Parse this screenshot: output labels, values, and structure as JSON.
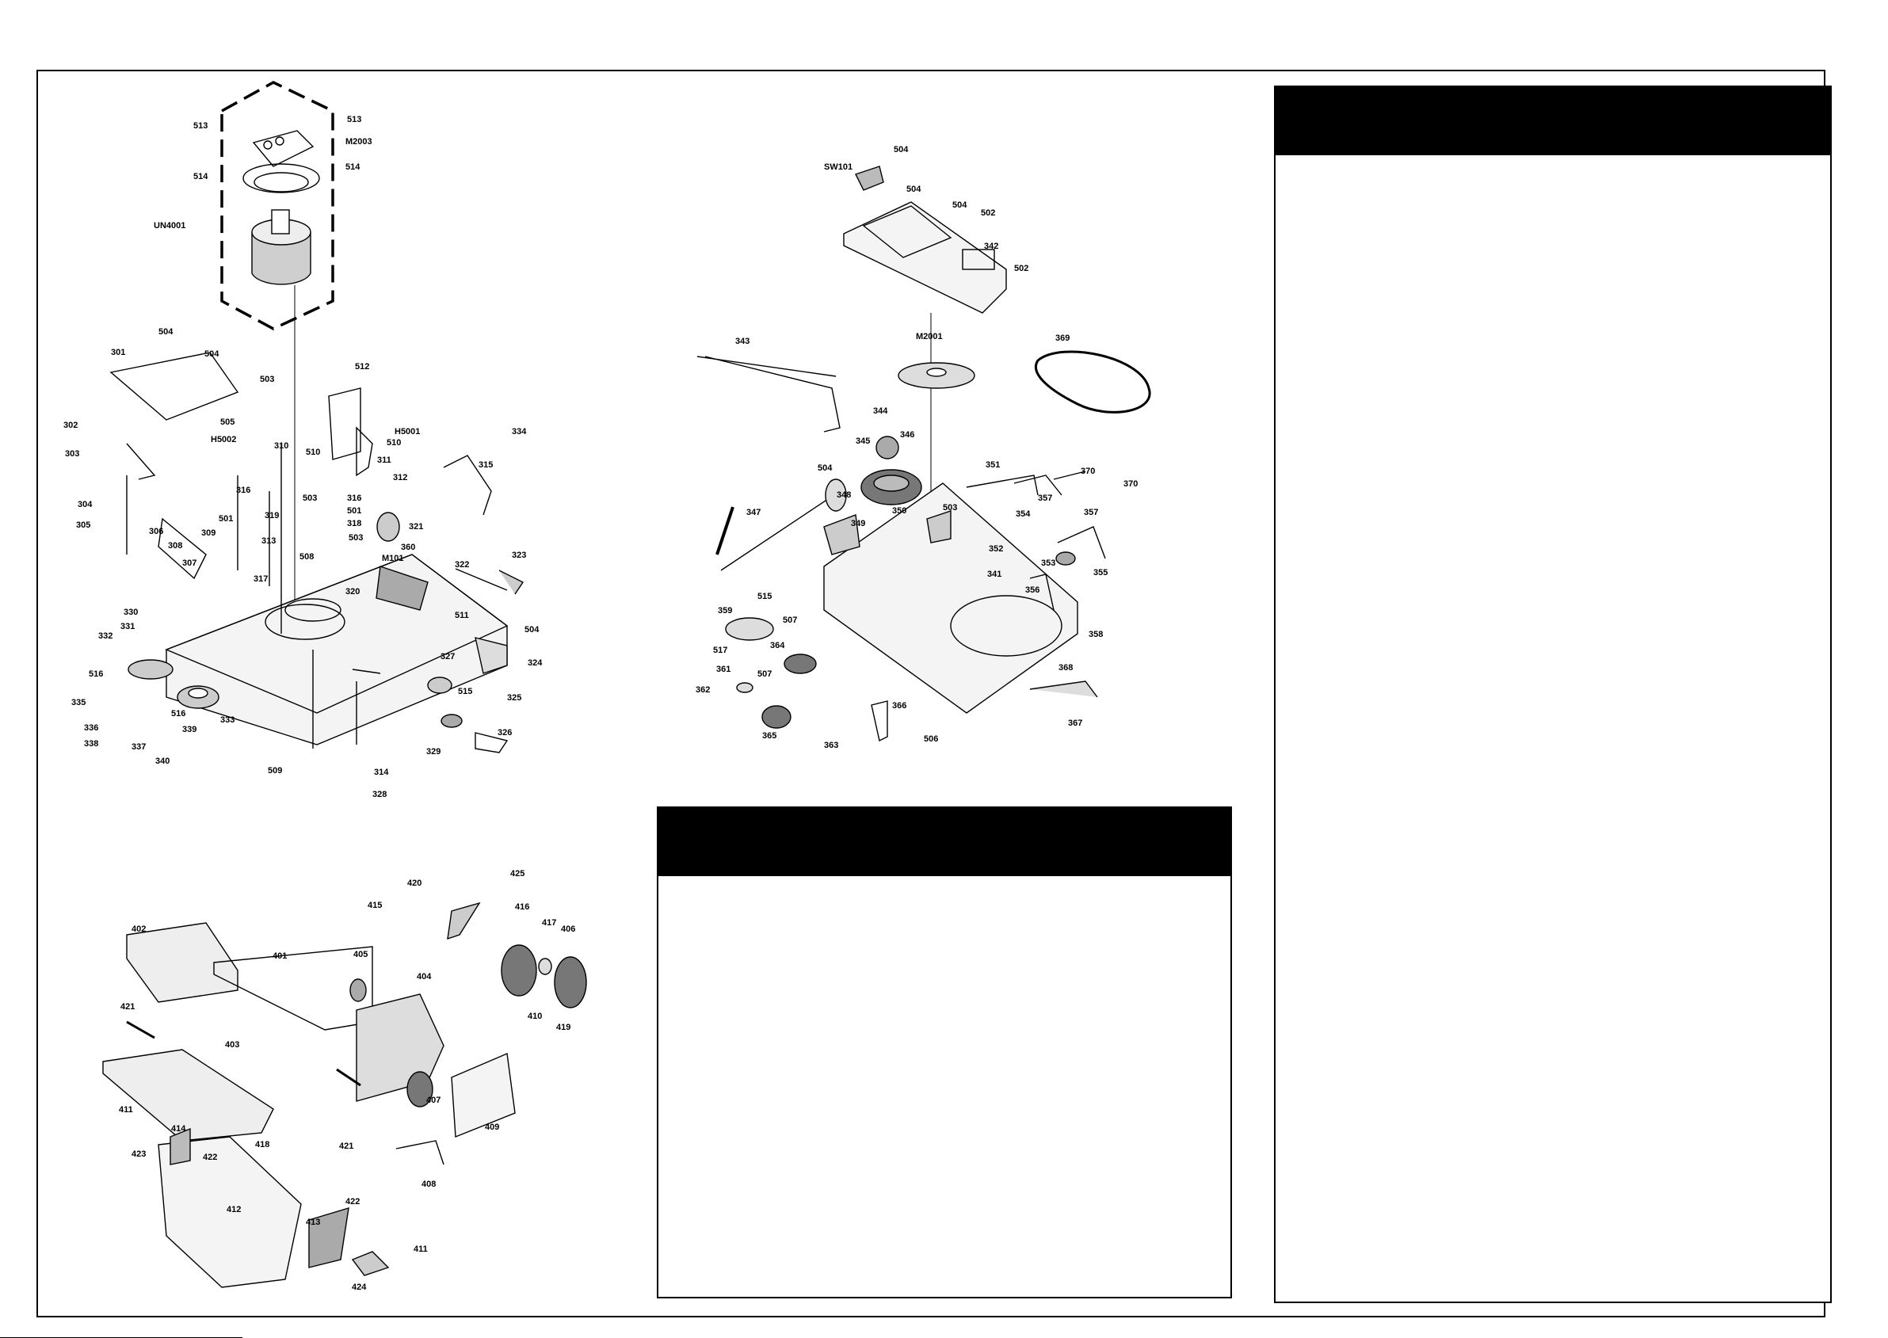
{
  "top_left_unit": [
    "513",
    "513",
    "M2003",
    "514",
    "514",
    "UN4001"
  ],
  "main_deck": [
    "504",
    "504",
    "301",
    "512",
    "503",
    "302",
    "505",
    "H5001",
    "510",
    "303",
    "H5002",
    "334",
    "510",
    "311",
    "310",
    "315",
    "312",
    "316",
    "503",
    "316",
    "304",
    "501",
    "305",
    "501",
    "321",
    "319",
    "306",
    "318",
    "313",
    "309",
    "503",
    "308",
    "508",
    "360",
    "307",
    "M101",
    "322",
    "323",
    "317",
    "330",
    "320",
    "511",
    "504",
    "331",
    "332",
    "327",
    "324",
    "516",
    "325",
    "335",
    "515",
    "516",
    "333",
    "339",
    "336",
    "326",
    "338",
    "337",
    "340",
    "329",
    "509",
    "314",
    "328"
  ],
  "top_center_plate": [
    "504",
    "SW101",
    "504",
    "504",
    "502",
    "342",
    "502"
  ],
  "center_mechanism": [
    "M2001",
    "369",
    "343",
    "344",
    "346",
    "345",
    "351",
    "370",
    "504",
    "370",
    "348",
    "357",
    "503",
    "347",
    "349",
    "350",
    "354",
    "357",
    "352",
    "353",
    "341",
    "355",
    "356",
    "515",
    "359",
    "507",
    "358",
    "364",
    "517",
    "361",
    "507",
    "368",
    "362",
    "366",
    "367",
    "365",
    "363",
    "506"
  ],
  "bottom_left_loader": [
    "420",
    "425",
    "415",
    "416",
    "417",
    "402",
    "406",
    "405",
    "401",
    "404",
    "421",
    "410",
    "419",
    "403",
    "407",
    "409",
    "411",
    "414",
    "421",
    "423",
    "422",
    "418",
    "408",
    "412",
    "422",
    "413",
    "411",
    "424"
  ]
}
